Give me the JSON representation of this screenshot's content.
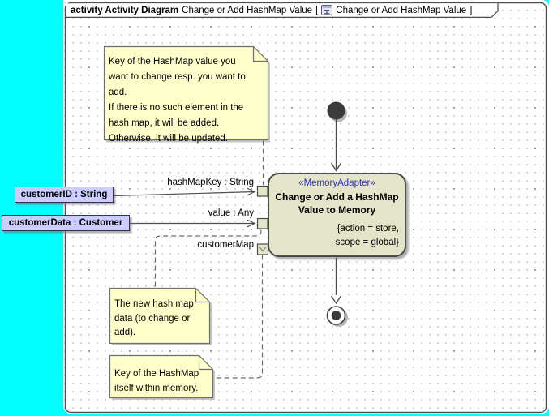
{
  "frame": {
    "kind": "activity Activity Diagram",
    "name": "Change or Add HashMap Value",
    "context_open": "[",
    "context_name": "Change or Add HashMap Value",
    "context_close": "]"
  },
  "action": {
    "stereotype": "«MemoryAdapter»",
    "name": "Change or Add a HashMap\nValue to Memory",
    "tagged_values": "{action = store,\nscope = global}"
  },
  "pins": {
    "hash_map_key": {
      "label": "hashMapKey : String"
    },
    "value": {
      "label": "value : Any"
    },
    "customer_map": {
      "label": "customerMap",
      "direction_icon": "chevron-down"
    }
  },
  "objects": {
    "customer_id": {
      "label": "customerID : String"
    },
    "customer_data": {
      "label": "customerData : Customer"
    }
  },
  "notes": {
    "key_explanation": {
      "text": "Key of the HashMap value you\nwant to change resp. you want to\nadd.\nIf there is no such element in the\nhash map, it will be added.\nOtherwise, it will be updated."
    },
    "new_data": {
      "text": "The new hash map\ndata (to change or\nadd)."
    },
    "memory_key": {
      "text": "Key of the HashMap\nitself within memory."
    }
  },
  "colors": {
    "app_background": "#00FFFF",
    "note_fill": "#FFFFCC",
    "action_fill": "#E4E4C8",
    "object_fill": "#CCCCFF",
    "stereotype_text": "#2d2dbe",
    "line": "#4f4f4f"
  }
}
